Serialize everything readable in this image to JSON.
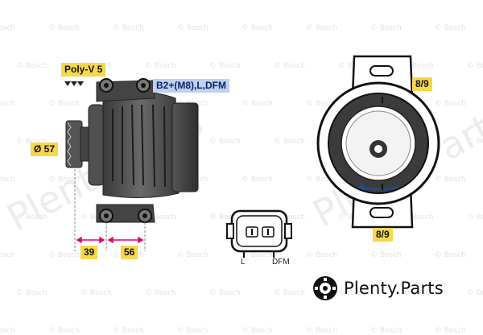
{
  "labels": {
    "belt": "Poly-V 5",
    "connection": "B2+(M8),L,DFM",
    "pulley_diameter": "Ø 57",
    "dim_39": "39",
    "dim_56": "56",
    "angle_top": "8/9",
    "angle_bottom": "8/9",
    "plug_l": "L",
    "plug_dfm": "DFM"
  },
  "brand": {
    "name": "Plenty",
    "suffix": ".Parts",
    "watermark_text": "Bosch",
    "big_watermark": "Plenty.Parts"
  },
  "colors": {
    "yellow_tag": "#f6d84a",
    "blue_tag": "#bcd3ee",
    "dimension_line": "#e0006e",
    "housing": "#4a4a4a"
  }
}
